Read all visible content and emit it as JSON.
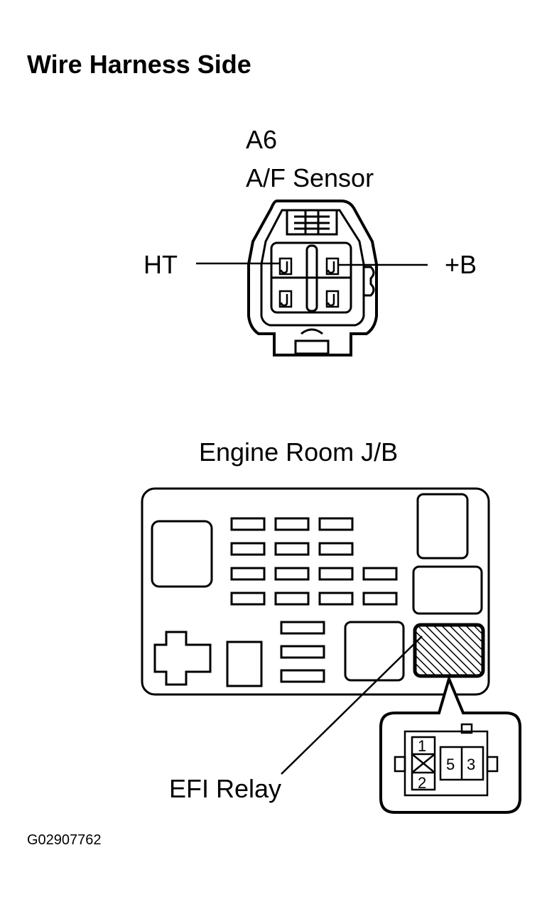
{
  "title": "Wire Harness Side",
  "sensor_connector": {
    "code": "A6",
    "name": "A/F Sensor",
    "left_terminal_label": "HT",
    "right_terminal_label": "+B"
  },
  "junction_block": {
    "name": "Engine Room J/B",
    "relay_label": "EFI Relay",
    "relay_pins": [
      "1",
      "2",
      "5",
      "3"
    ]
  },
  "figure_code": "G02907762",
  "colors": {
    "line": "#000000",
    "background": "#ffffff"
  }
}
